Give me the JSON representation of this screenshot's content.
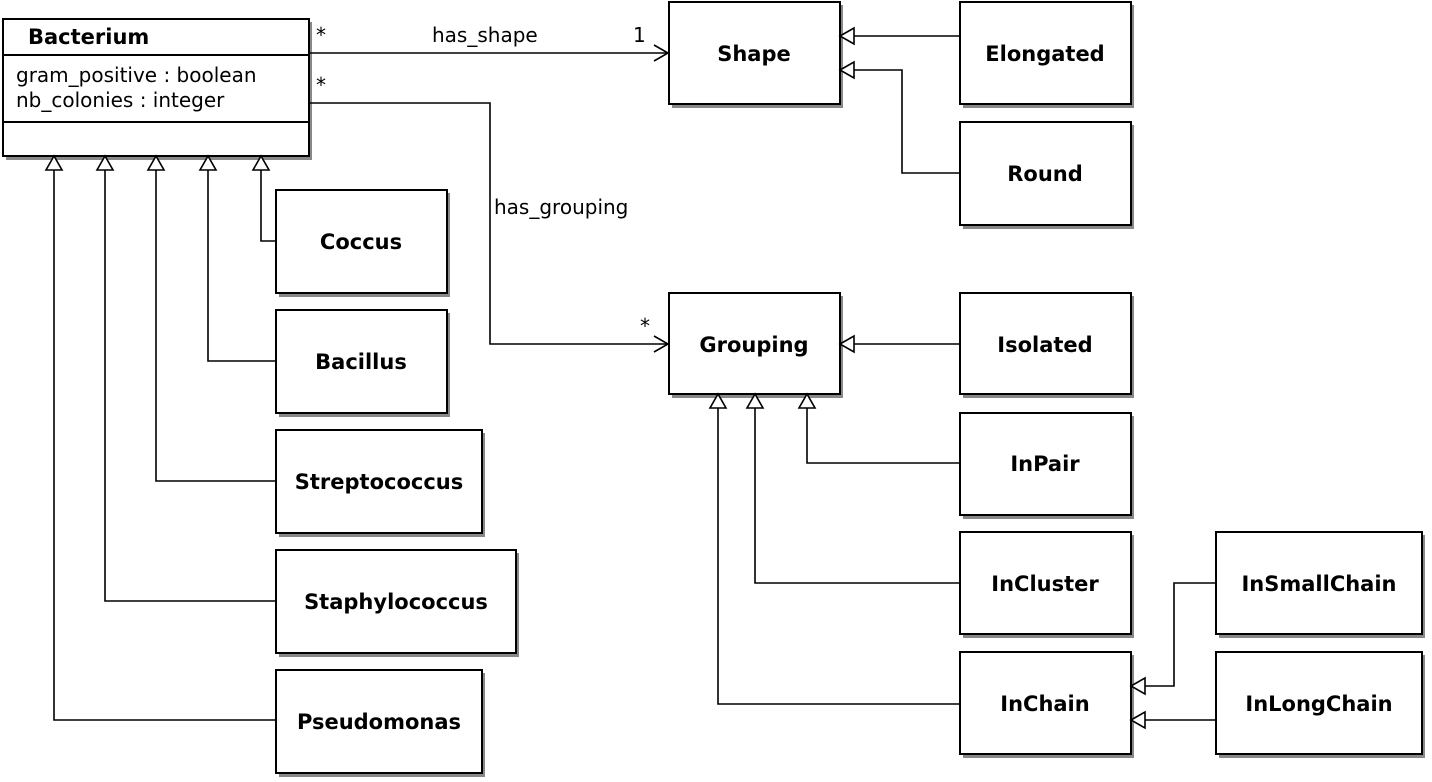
{
  "diagram": {
    "bacterium": {
      "name": "Bacterium",
      "attributes": [
        "gram_positive : boolean",
        "nb_colonies : integer"
      ]
    },
    "bacterium_subclasses": [
      "Coccus",
      "Bacillus",
      "Streptococcus",
      "Staphylococcus",
      "Pseudomonas"
    ],
    "shape": {
      "name": "Shape",
      "subclasses": [
        "Elongated",
        "Round"
      ]
    },
    "grouping": {
      "name": "Grouping",
      "subclasses": [
        "Isolated",
        "InPair",
        "InCluster",
        "InChain"
      ]
    },
    "inchain_subclasses": [
      "InSmallChain",
      "InLongChain"
    ],
    "associations": {
      "has_shape": {
        "label": "has_shape",
        "source_multiplicity": "*",
        "target_multiplicity": "1"
      },
      "has_grouping": {
        "label": "has_grouping",
        "source_multiplicity": "*",
        "target_multiplicity": "*"
      }
    }
  }
}
